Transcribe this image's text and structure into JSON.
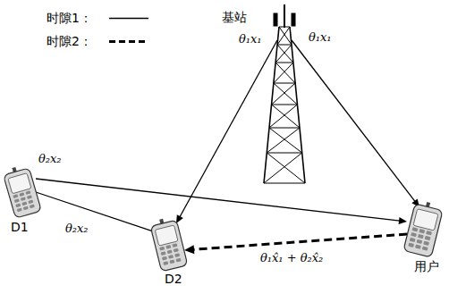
{
  "diagram": {
    "nodes": [
      {
        "text": [
          "基站"
        ]
      },
      {
        "text": [
          "D1"
        ]
      },
      {
        "text": [
          "D2"
        ]
      },
      {
        "text": [
          "用户"
        ]
      }
    ],
    "edges": [
      {
        "from": 0,
        "to": 2,
        "arrow": "to",
        "label": "θ₁x₁"
      },
      {
        "from": 0,
        "to": 3,
        "arrow": "to",
        "label": "θ₁x₁"
      },
      {
        "from": 1,
        "to": 3,
        "arrow": "to",
        "label": "θ₂x₂"
      },
      {
        "from": 1,
        "to": 2,
        "arrow": "to",
        "label": "θ₂x₂"
      },
      {
        "from": 3,
        "to": 2,
        "arrow": "to",
        "label": "θ₁x̂₁ + θ₂x̂₂"
      }
    ],
    "legend": [
      {
        "text": "时隙1："
      },
      {
        "text": "时隙2："
      }
    ]
  }
}
